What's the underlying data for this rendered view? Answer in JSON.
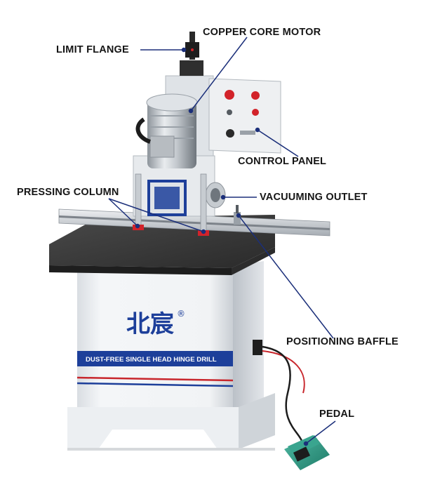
{
  "callouts": {
    "copper_core_motor": "COPPER CORE MOTOR",
    "limit_flange": "LIMIT FLANGE",
    "control_panel": "CONTROL PANEL",
    "pressing_column": "PRESSING COLUMN",
    "vacuuming_outlet": "VACUUMING OUTLET",
    "positioning_baffle": "POSITIONING BAFFLE",
    "pedal": "PEDAL"
  },
  "machine": {
    "brand_chinese": "北宸",
    "registered_mark": "®",
    "model_label": "DUST-FREE SINGLE HEAD HINGE DRILL"
  },
  "colors": {
    "leader_line": "#1b2f7a",
    "label_text": "#151515",
    "brand_blue": "#1d3f9a",
    "stripe_red": "#c8262c",
    "pedal_green": "#2f9c86",
    "table_top": "#3b3b3b"
  }
}
